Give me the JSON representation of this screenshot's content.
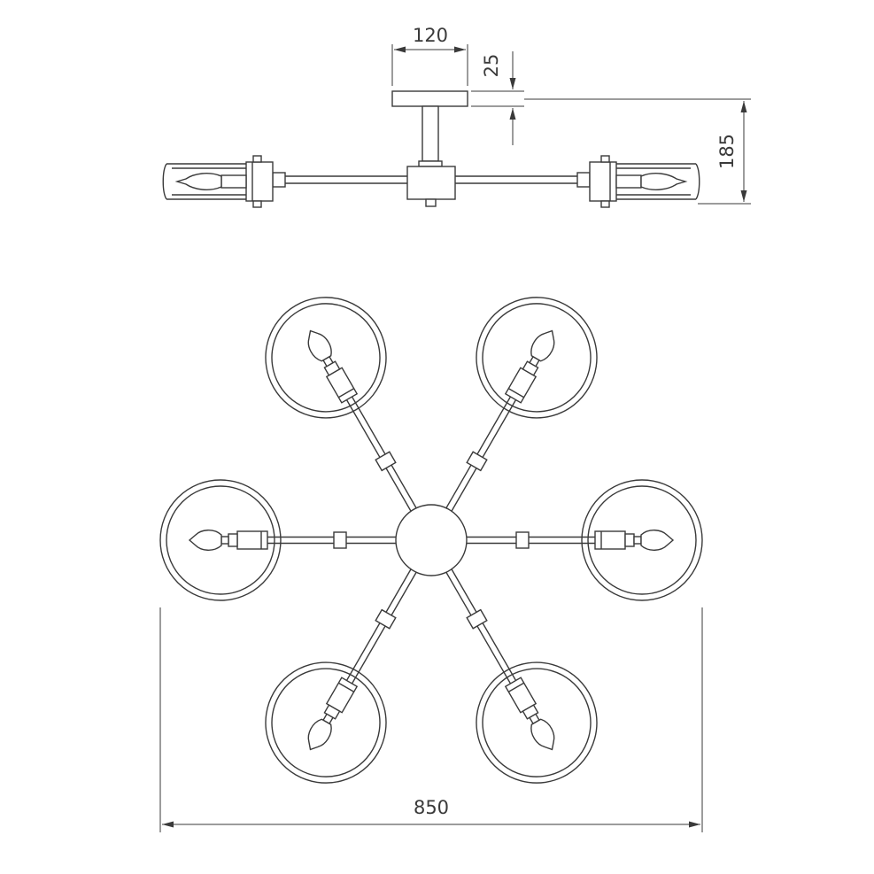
{
  "drawing": {
    "title": "chandelier-dimension-drawing",
    "arm_count": 6
  },
  "dimensions": {
    "canopy_width_mm": "120",
    "canopy_height_mm": "25",
    "fixture_height_mm": "185",
    "fixture_diameter_mm": "850"
  },
  "colors": {
    "line": "#3a3a3a",
    "background": "#ffffff"
  }
}
